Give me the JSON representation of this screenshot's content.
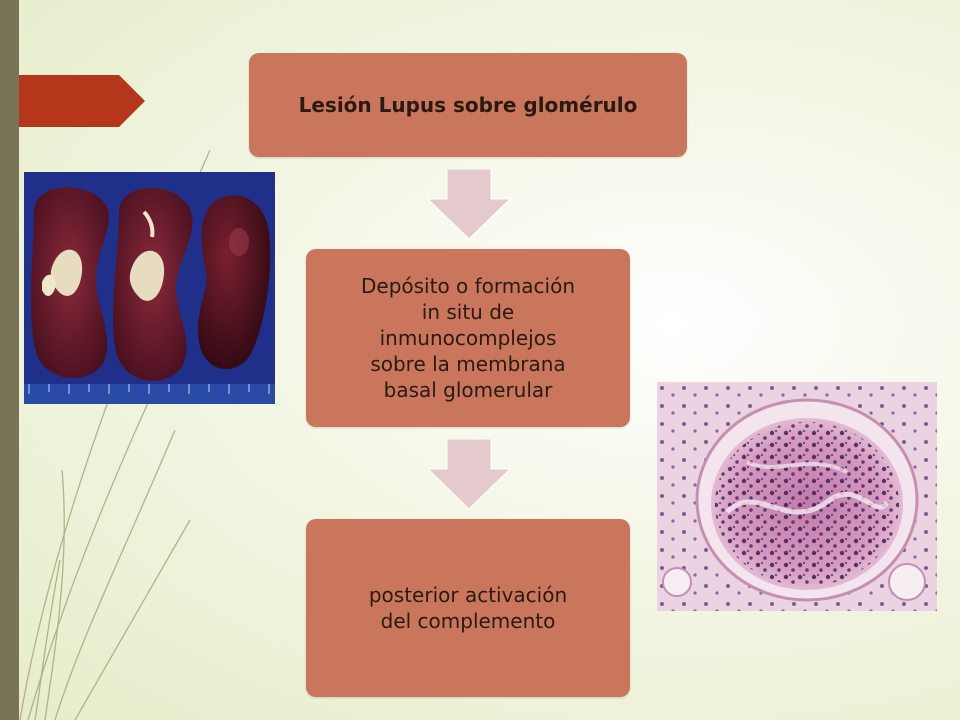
{
  "diagram": {
    "step1": "Lesión Lupus sobre glomérulo",
    "step2": "Depósito o formación\nin situ de\ninmunocomplejos\nsobre  la membrana\nbasal glomerular",
    "step3": " posterior activación\ndel complemento"
  },
  "colors": {
    "box_fill": "#c9765c",
    "arrow_fill": "#e4c9cd",
    "accent_tab": "#b5361a",
    "left_bar": "#7a7457"
  },
  "images": {
    "left_photo": "kidney-specimens-photo",
    "right_photo": "glomerulus-histology-photo"
  }
}
